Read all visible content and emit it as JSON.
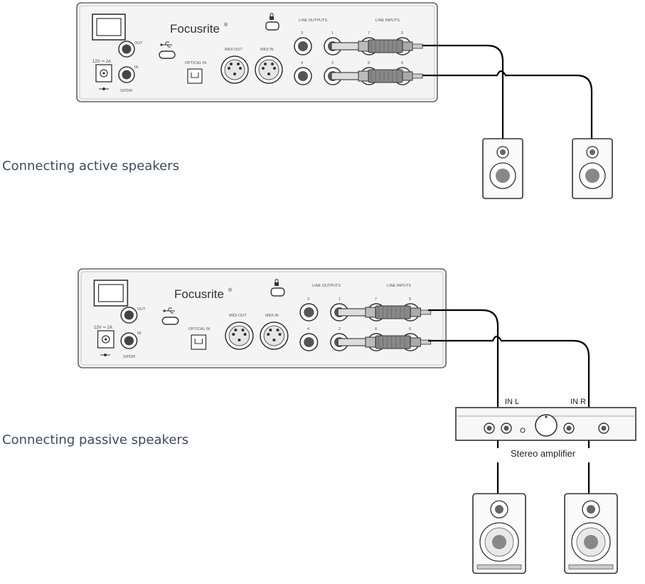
{
  "captions": {
    "active": "Connecting active speakers",
    "passive": "Connecting passive speakers"
  },
  "interface_panel": {
    "brand": "Focusrite",
    "brand_mark": "®",
    "power_label": "12V ⎓ 2A",
    "spdif_out": "OUT",
    "spdif_in": "IN",
    "spdif_label": "S/PDIF",
    "optical_label": "OPTICAL IN",
    "midi_out_label": "MIDI OUT",
    "midi_in_label": "MIDI IN",
    "line_outputs_label": "LINE OUTPUTS",
    "line_inputs_label": "LINE INPUTS",
    "out_3": "3",
    "out_4": "4",
    "out_1": "1",
    "out_2": "2",
    "in_7": "7",
    "in_8": "8",
    "in_5": "5",
    "in_6": "6"
  },
  "amplifier": {
    "in_l": "IN L",
    "in_r": "IN R",
    "label": "Stereo amplifier"
  },
  "icons": [
    "usb-icon",
    "lock-icon",
    "power-polarity-icon",
    "speaker-icon",
    "jack-plug-icon"
  ],
  "colors": {
    "outline": "#555555",
    "panel": "#f4f4f4",
    "cable": "#000000",
    "caption": "#3f4a5a"
  }
}
